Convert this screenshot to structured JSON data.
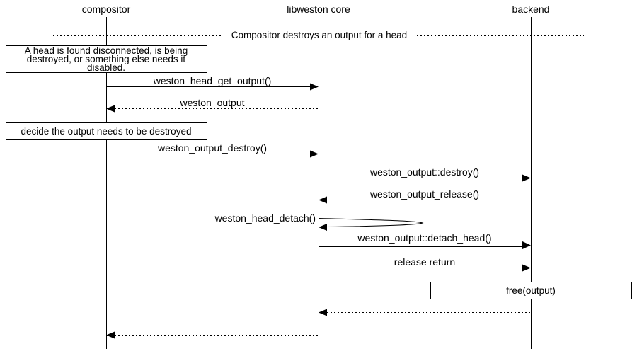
{
  "diagram": {
    "type": "sequence",
    "colors": {
      "foreground": "#000000",
      "background": "#ffffff"
    },
    "participants": [
      {
        "label": "compositor"
      },
      {
        "label": "libweston core"
      },
      {
        "label": "backend"
      }
    ],
    "divider": {
      "label": "Compositor destroys an output for a head"
    },
    "notes": [
      {
        "lines": [
          "A head is found disconnected, is being",
          "destroyed, or something else needs it",
          "disabled."
        ]
      },
      {
        "lines": [
          "decide the output needs to be destroyed"
        ]
      },
      {
        "lines": [
          "free(output)"
        ]
      }
    ],
    "messages": [
      {
        "label": "weston_head_get_output()",
        "from": "compositor",
        "to": "libweston core",
        "style": "solid-call"
      },
      {
        "label": "weston_output",
        "from": "libweston core",
        "to": "compositor",
        "style": "dotted-return"
      },
      {
        "label": "weston_output_destroy()",
        "from": "compositor",
        "to": "libweston core",
        "style": "solid-call"
      },
      {
        "label": "weston_output::destroy()",
        "from": "libweston core",
        "to": "backend",
        "style": "solid-call"
      },
      {
        "label": "weston_output_release()",
        "from": "backend",
        "to": "libweston core",
        "style": "solid-call"
      },
      {
        "label": "weston_head_detach()",
        "from": "libweston core",
        "to": "libweston core",
        "style": "self-call"
      },
      {
        "label": "weston_output::detach_head()",
        "from": "libweston core",
        "to": "backend",
        "style": "double-call"
      },
      {
        "label": "release return",
        "from": "libweston core",
        "to": "backend",
        "style": "dotted-return"
      },
      {
        "label": "",
        "from": "backend",
        "to": "libweston core",
        "style": "dotted-return"
      },
      {
        "label": "",
        "from": "libweston core",
        "to": "compositor",
        "style": "dotted-return"
      }
    ]
  }
}
